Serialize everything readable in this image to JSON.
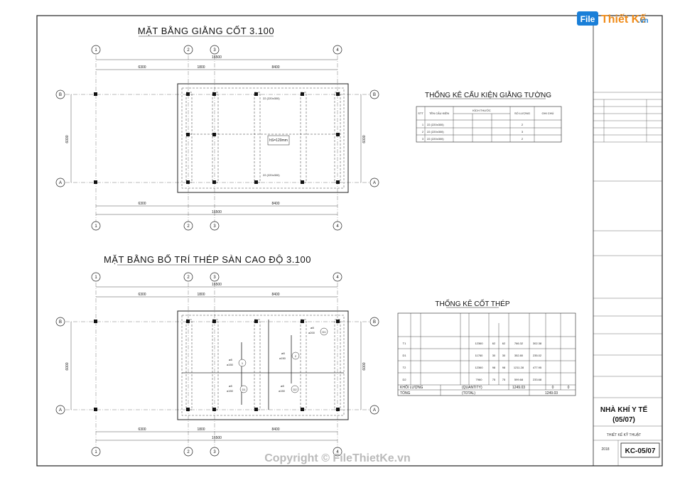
{
  "logo": {
    "part1": "File",
    "part2": "Thiết Kế",
    "part3": ".vn"
  },
  "plan1": {
    "title": "MẶT BẰNG GIẰNG CỐT 3.100",
    "dims_top": [
      "6300",
      "1800",
      "8400"
    ],
    "total": "16500",
    "dim_left": "6000",
    "slab_label": "hS=120mm",
    "beam_labels": [
      "22 (220x300)",
      "22 (220x300)"
    ]
  },
  "plan2": {
    "title": "MẶT BẰNG BỐ TRÍ THÉP SÀN CAO ĐỘ 3.100",
    "dims_top": [
      "6300",
      "1800",
      "8400"
    ],
    "total": "16500",
    "dim_left": "6000",
    "rebar_labels": [
      {
        "size": "ø8",
        "spacing": "a150",
        "id": "1"
      },
      {
        "size": "ø8",
        "spacing": "a150",
        "id": "2"
      },
      {
        "size": "ø8",
        "spacing": "a150",
        "id": "D1"
      },
      {
        "size": "ø8",
        "spacing": "a150",
        "id": "D2"
      },
      {
        "size": "ø8",
        "spacing": "a200",
        "id": "D1"
      }
    ]
  },
  "axes": {
    "cols": [
      "1",
      "2",
      "3",
      "4"
    ],
    "rows": [
      "A",
      "B"
    ]
  },
  "table1": {
    "title": "THỐNG KÊ CẤU KIỆN GIẰNG TƯỜNG",
    "headers": [
      "STT",
      "TÊN CẤU KIỆN",
      "KÍCH THƯỚC",
      "SỐ LƯỢNG",
      "GHI CHÚ"
    ],
    "rows": [
      [
        "1",
        "22 (220x300)",
        "2"
      ],
      [
        "2",
        "22 (220x300)",
        "3"
      ],
      [
        "3",
        "22 (220x300)",
        "2"
      ]
    ]
  },
  "table2": {
    "title": "THỐNG KÊ CỐT THÉP",
    "rows": [
      [
        "T1",
        "12360",
        "62",
        "62",
        "766.32",
        "302.38"
      ],
      [
        "D1",
        "11760",
        "30",
        "30",
        "352.80",
        "235.02"
      ],
      [
        "T2",
        "12360",
        "98",
        "98",
        "1211.28",
        "477.95"
      ],
      [
        "D2",
        "7960",
        "75",
        "75",
        "599.68",
        "233.68"
      ]
    ],
    "footer_rows": [
      {
        "label": "KHỐI LƯỢNG",
        "sub": "(QUANTITY)",
        "value": "1249.03",
        "v2": "0",
        "v3": "0"
      },
      {
        "label": "TỔNG",
        "sub": "(TOTAL)",
        "value": "1249.03"
      }
    ]
  },
  "titleblock": {
    "project": "NHÀ KHÍ Y TẾ",
    "project_sub": "(05/07)",
    "stage": "THIẾT KẾ KỸ THUẬT",
    "year": "2018",
    "drawing_code": "KC-05/07"
  },
  "watermark": "Copyright © FileThietKe.vn"
}
